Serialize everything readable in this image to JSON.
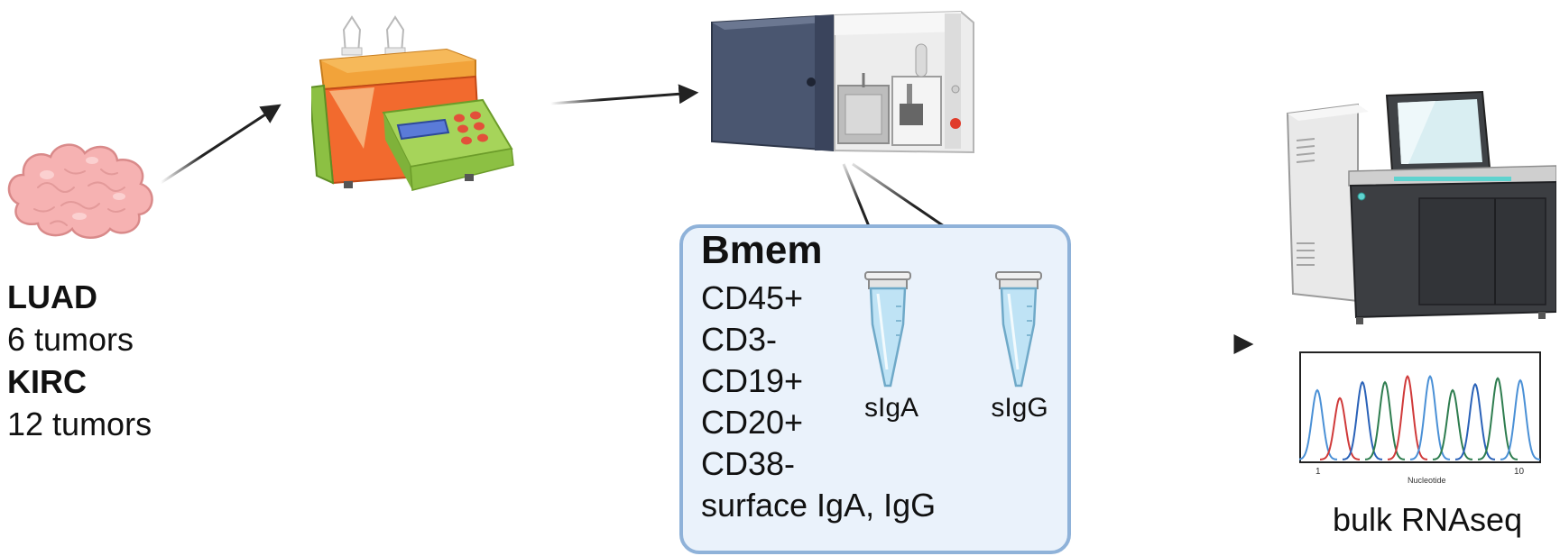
{
  "samples": {
    "luad_title": "LUAD",
    "luad_count": "6 tumors",
    "kirc_title": "KIRC",
    "kirc_count": "12 tumors"
  },
  "sort_box": {
    "title": "Bmem",
    "markers": [
      "CD45+",
      "CD3-",
      "CD19+",
      "CD20+",
      "CD38-",
      "surface IgA, IgG"
    ],
    "tube_labels": [
      "sIgA",
      "sIgG"
    ]
  },
  "sequencing": {
    "caption": "bulk RNAseq",
    "trace_axis_label": "Nucleotide",
    "trace_tick_start": "1",
    "trace_tick_end": "10"
  },
  "icons": [
    "tumor-tissue-icon",
    "tissue-dissociator-icon",
    "flow-cytometer-icon",
    "microcentrifuge-tube-icon",
    "sequencer-icon",
    "chromatogram-icon"
  ],
  "colors": {
    "tumor": "#f7b4b4",
    "box_fill": "#eaf2fb",
    "box_border": "#8fb2d9",
    "arrow": "#222222"
  }
}
